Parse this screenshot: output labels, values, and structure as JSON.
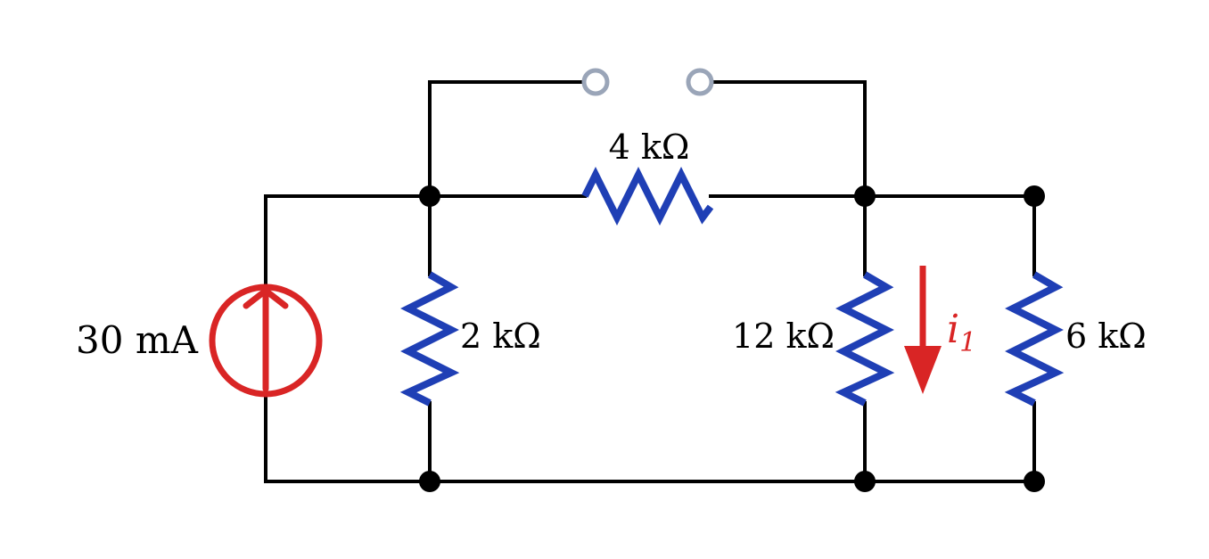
{
  "source": {
    "label": "30 mA",
    "color": "#d92525"
  },
  "resistors": [
    {
      "id": "r-4k",
      "label": "4 kΩ"
    },
    {
      "id": "r-2k",
      "label": "2 kΩ"
    },
    {
      "id": "r-12k",
      "label": "12 kΩ"
    },
    {
      "id": "r-6k",
      "label": "6 kΩ"
    }
  ],
  "current_arrow": {
    "symbol": "i",
    "subscript": "1",
    "color": "#d92525"
  },
  "colors": {
    "wire": "#000000",
    "resistor": "#1f3fb5",
    "terminal": "#9aa5b8",
    "node": "#000000"
  }
}
